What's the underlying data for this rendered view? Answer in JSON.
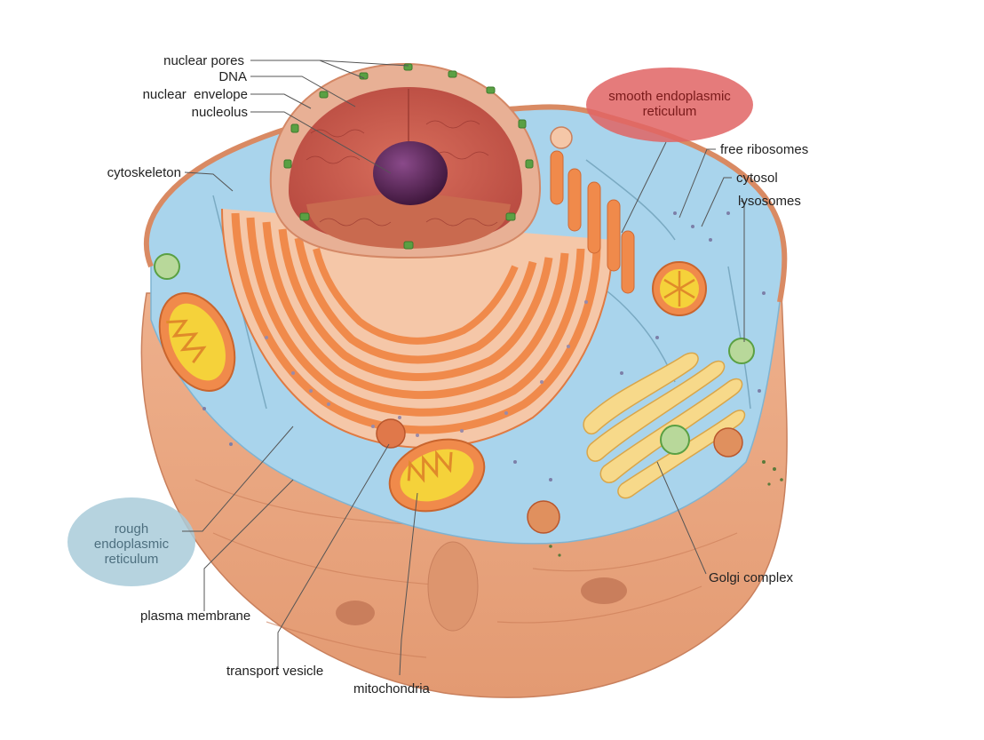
{
  "labels": {
    "nuclear_pores": "nuclear pores",
    "dna": "DNA",
    "nuclear_envelope": "nuclear  envelope",
    "nucleolus": "nucleolus",
    "cytoskeleton": "cytoskeleton",
    "smooth_er_line1": "smooth endoplasmic",
    "smooth_er_line2": "reticulum",
    "free_ribosomes": "free ribosomes",
    "cytosol": "cytosol",
    "lysosomes": "lysosomes",
    "rough_er_line1": "rough",
    "rough_er_line2": "endoplasmic",
    "rough_er_line3": "reticulum",
    "golgi_complex": "Golgi complex",
    "plasma_membrane": "plasma membrane",
    "transport_vesicle": "transport vesicle",
    "mitochondria": "mitochondria"
  },
  "colors": {
    "cell_body": "#e9a37c",
    "cell_body_dark": "#d98a63",
    "cytosol": "#a9d4ec",
    "er_orange": "#f08a4b",
    "er_light": "#f5c7a8",
    "nucleus_inner": "#c9574a",
    "nucleolus": "#4a1e4a",
    "pore_green": "#5aa043",
    "mito_yellow": "#f5d23a",
    "golgi_yellow": "#f7d98a",
    "smooth_er_bubble": "#e06464",
    "rough_er_bubble": "#a9cbd9"
  }
}
